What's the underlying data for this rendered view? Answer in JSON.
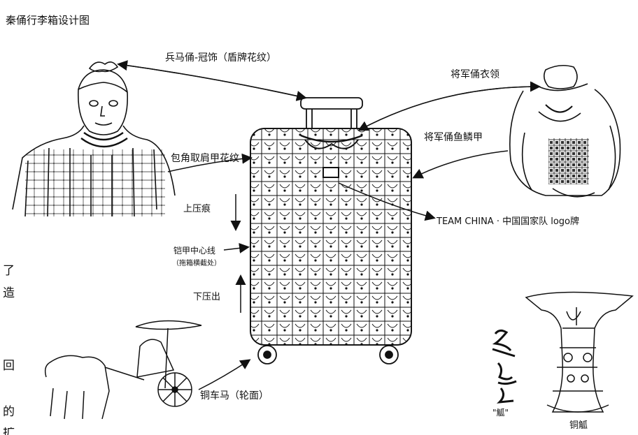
{
  "title": "秦俑行李箱设计图",
  "labels": {
    "headdress": "兵马俑-冠饰（盾牌花纹）",
    "collar": "将军俑衣领",
    "armor": "将军俑鱼鳞甲",
    "shoulder_pattern": "包角取肩甲花纹",
    "logo": "TEAM CHINA · 中国国家队 logo牌",
    "press_down": "上压痕",
    "mid_line": "铠甲中心线",
    "mid_line_sub": "（拖箱横截处）",
    "press_up": "下压出",
    "chariot_wheel": "铜车马（轮面）",
    "bronze_vessel": "铜觚",
    "glyph_caption": "\"觚\""
  },
  "side_text": [
    "了",
    "造",
    "回",
    "的",
    "扩"
  ],
  "colors": {
    "ink": "#111111",
    "paper": "#ffffff",
    "trolley_fill": "#f4f4f4"
  }
}
